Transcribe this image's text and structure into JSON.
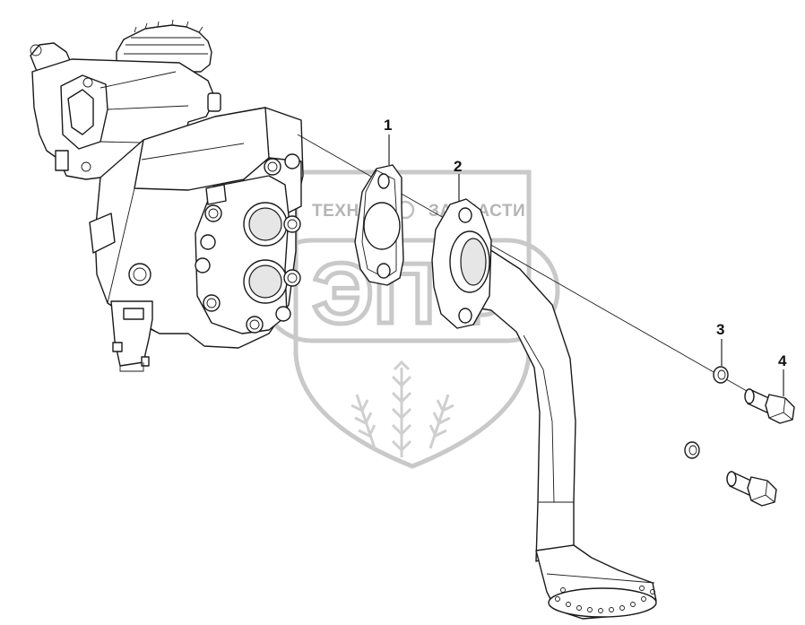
{
  "watermark": {
    "left_word": "ТЕХНИКА",
    "right_word": "ЗАПЧАСТИ",
    "logo_word": "ЭПФ"
  },
  "callouts": [
    {
      "id": "1",
      "label": "1"
    },
    {
      "id": "2",
      "label": "2"
    },
    {
      "id": "3",
      "label": "3"
    },
    {
      "id": "4",
      "label": "4"
    }
  ],
  "colors": {
    "line": "#1a1a1a",
    "watermark": "#c9c9c9",
    "background": "#ffffff"
  }
}
